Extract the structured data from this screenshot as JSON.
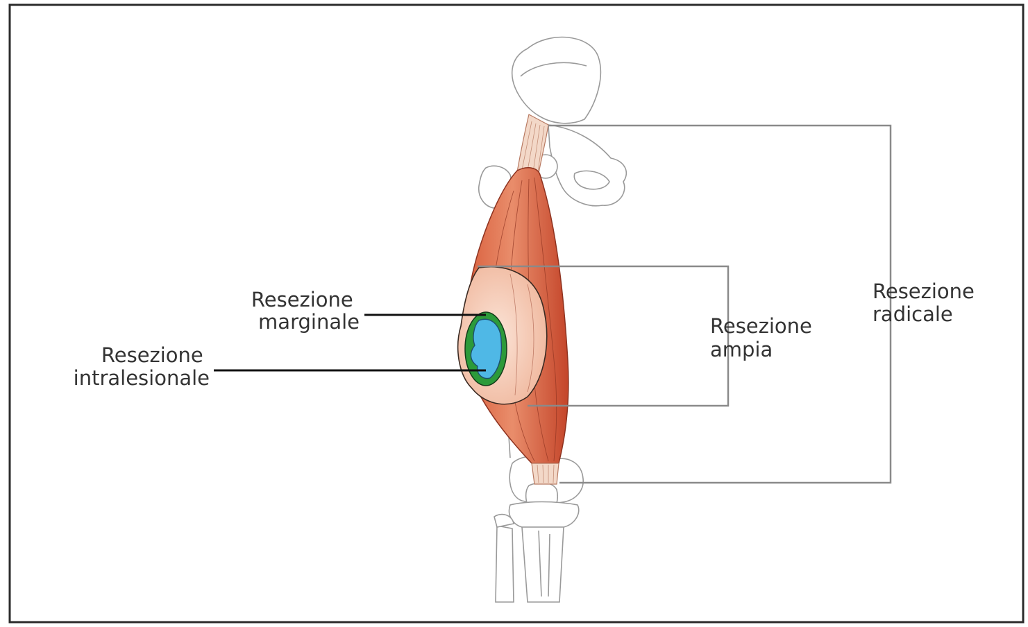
{
  "labels": {
    "marginale": [
      "Resezione",
      "marginale"
    ],
    "intralesionale": [
      "Resezione",
      "intralesionale"
    ],
    "ampia": [
      "Resezione",
      "ampia"
    ],
    "radicale": [
      "Resezione",
      "radicale"
    ]
  },
  "colors": {
    "border": "#2b2b2b",
    "bracket": "#8a8a8a",
    "leader": "#111111",
    "bone_outline": "#9a9a9a",
    "muscle_dark": "#c8462a",
    "muscle_light": "#e88a68",
    "tendon": "#f3d8c8",
    "pseudocapsule": "#f5c7b0",
    "reactive_zone": "#2c9a3a",
    "tumor": "#4fb8e6"
  }
}
